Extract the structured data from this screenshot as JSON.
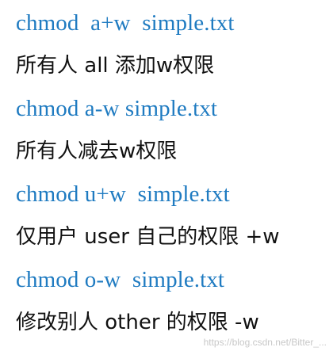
{
  "lines": [
    {
      "kind": "command",
      "text": "chmod  a+w  simple.txt"
    },
    {
      "kind": "description",
      "text": "所有人 all 添加w权限"
    },
    {
      "kind": "command",
      "text": "chmod a-w simple.txt"
    },
    {
      "kind": "description",
      "text": "所有人减去w权限"
    },
    {
      "kind": "command",
      "text": "chmod u+w  simple.txt"
    },
    {
      "kind": "description",
      "text": "仅用户 user 自己的权限 +w"
    },
    {
      "kind": "command",
      "text": "chmod o-w  simple.txt"
    },
    {
      "kind": "description",
      "text": "修改别人 other 的权限 -w"
    }
  ],
  "watermark": "https://blog.csdn.net/Bitter_...",
  "colors": {
    "command": "#1f7bc1",
    "description": "#111111",
    "background": "#ffffff"
  }
}
